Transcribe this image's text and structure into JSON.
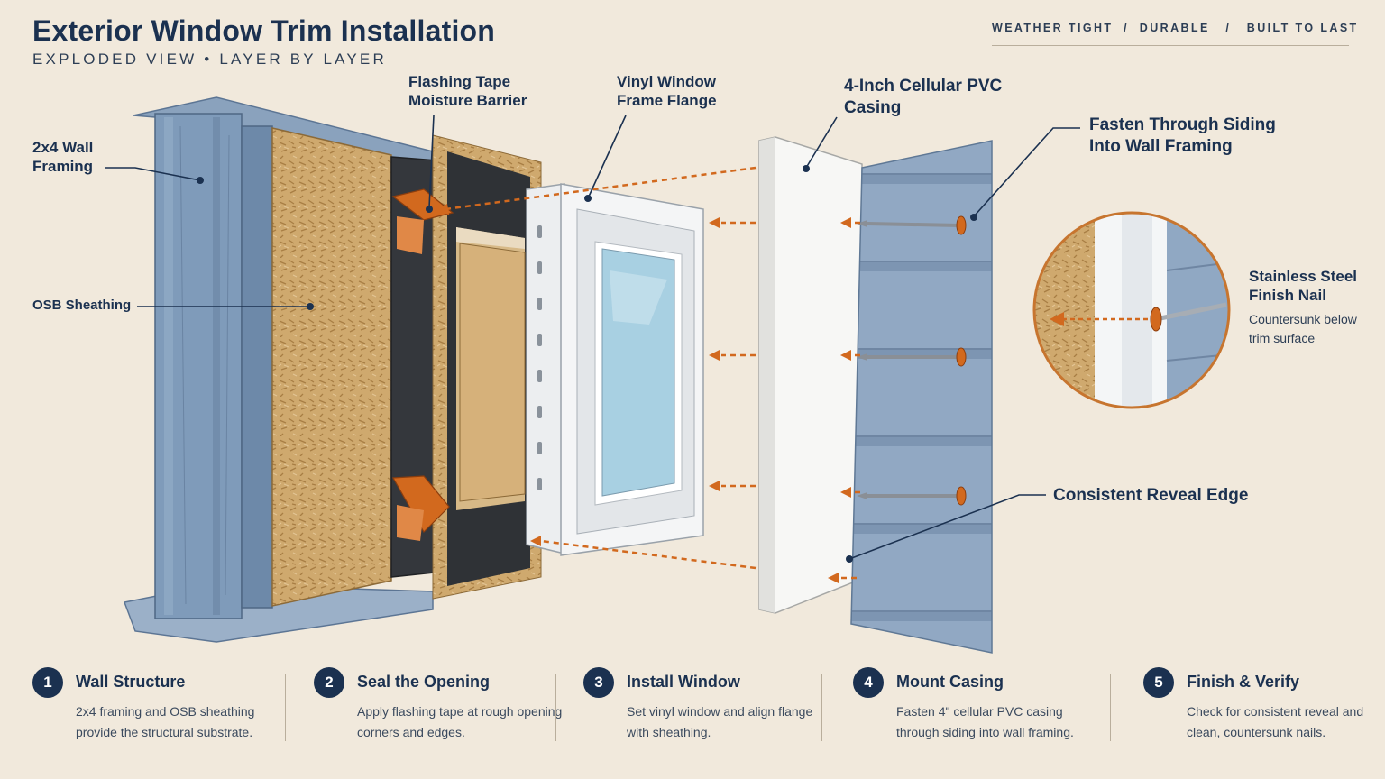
{
  "header": {
    "title": "Exterior Window Trim Installation",
    "subtitle": "EXPLODED VIEW • LAYER BY LAYER",
    "tagline": "WEATHER TIGHT  /  DURABLE   /   BUILT TO LAST"
  },
  "callouts": {
    "framing": "2x4 Wall\nFraming",
    "osb": "OSB Sheathing",
    "flashing": "Flashing Tape\nMoisture Barrier",
    "flange": "Vinyl Window\nFrame Flange",
    "casing": "4-Inch Cellular PVC\nCasing",
    "fasten": "Fasten Through Siding\nInto Wall Framing",
    "nail_title": "Stainless Steel\nFinish Nail",
    "nail_note": "Countersunk below\ntrim surface",
    "reveal": "Consistent Reveal Edge"
  },
  "steps": [
    {
      "number": "1",
      "title": "Wall Structure",
      "desc": "2x4 framing and OSB sheathing provide the structural substrate."
    },
    {
      "number": "2",
      "title": "Seal the Opening",
      "desc": "Apply flashing tape at rough opening corners and edges."
    },
    {
      "number": "3",
      "title": "Install Window",
      "desc": "Set vinyl window and align flange with sheathing."
    },
    {
      "number": "4",
      "title": "Mount Casing",
      "desc": "Fasten 4\" cellular PVC casing through siding into wall framing."
    },
    {
      "number": "5",
      "title": "Finish & Verify",
      "desc": "Check for consistent reveal and clean, countersunk nails."
    }
  ],
  "colors": {
    "background": "#f1e9dc",
    "navy": "#1b3150",
    "accent_orange": "#d2691e",
    "framing_blue": "#7f9bba",
    "osb_tan": "#c9a46b",
    "flashing_dark": "#2f3236",
    "siding_blue": "#8fa6c2"
  }
}
